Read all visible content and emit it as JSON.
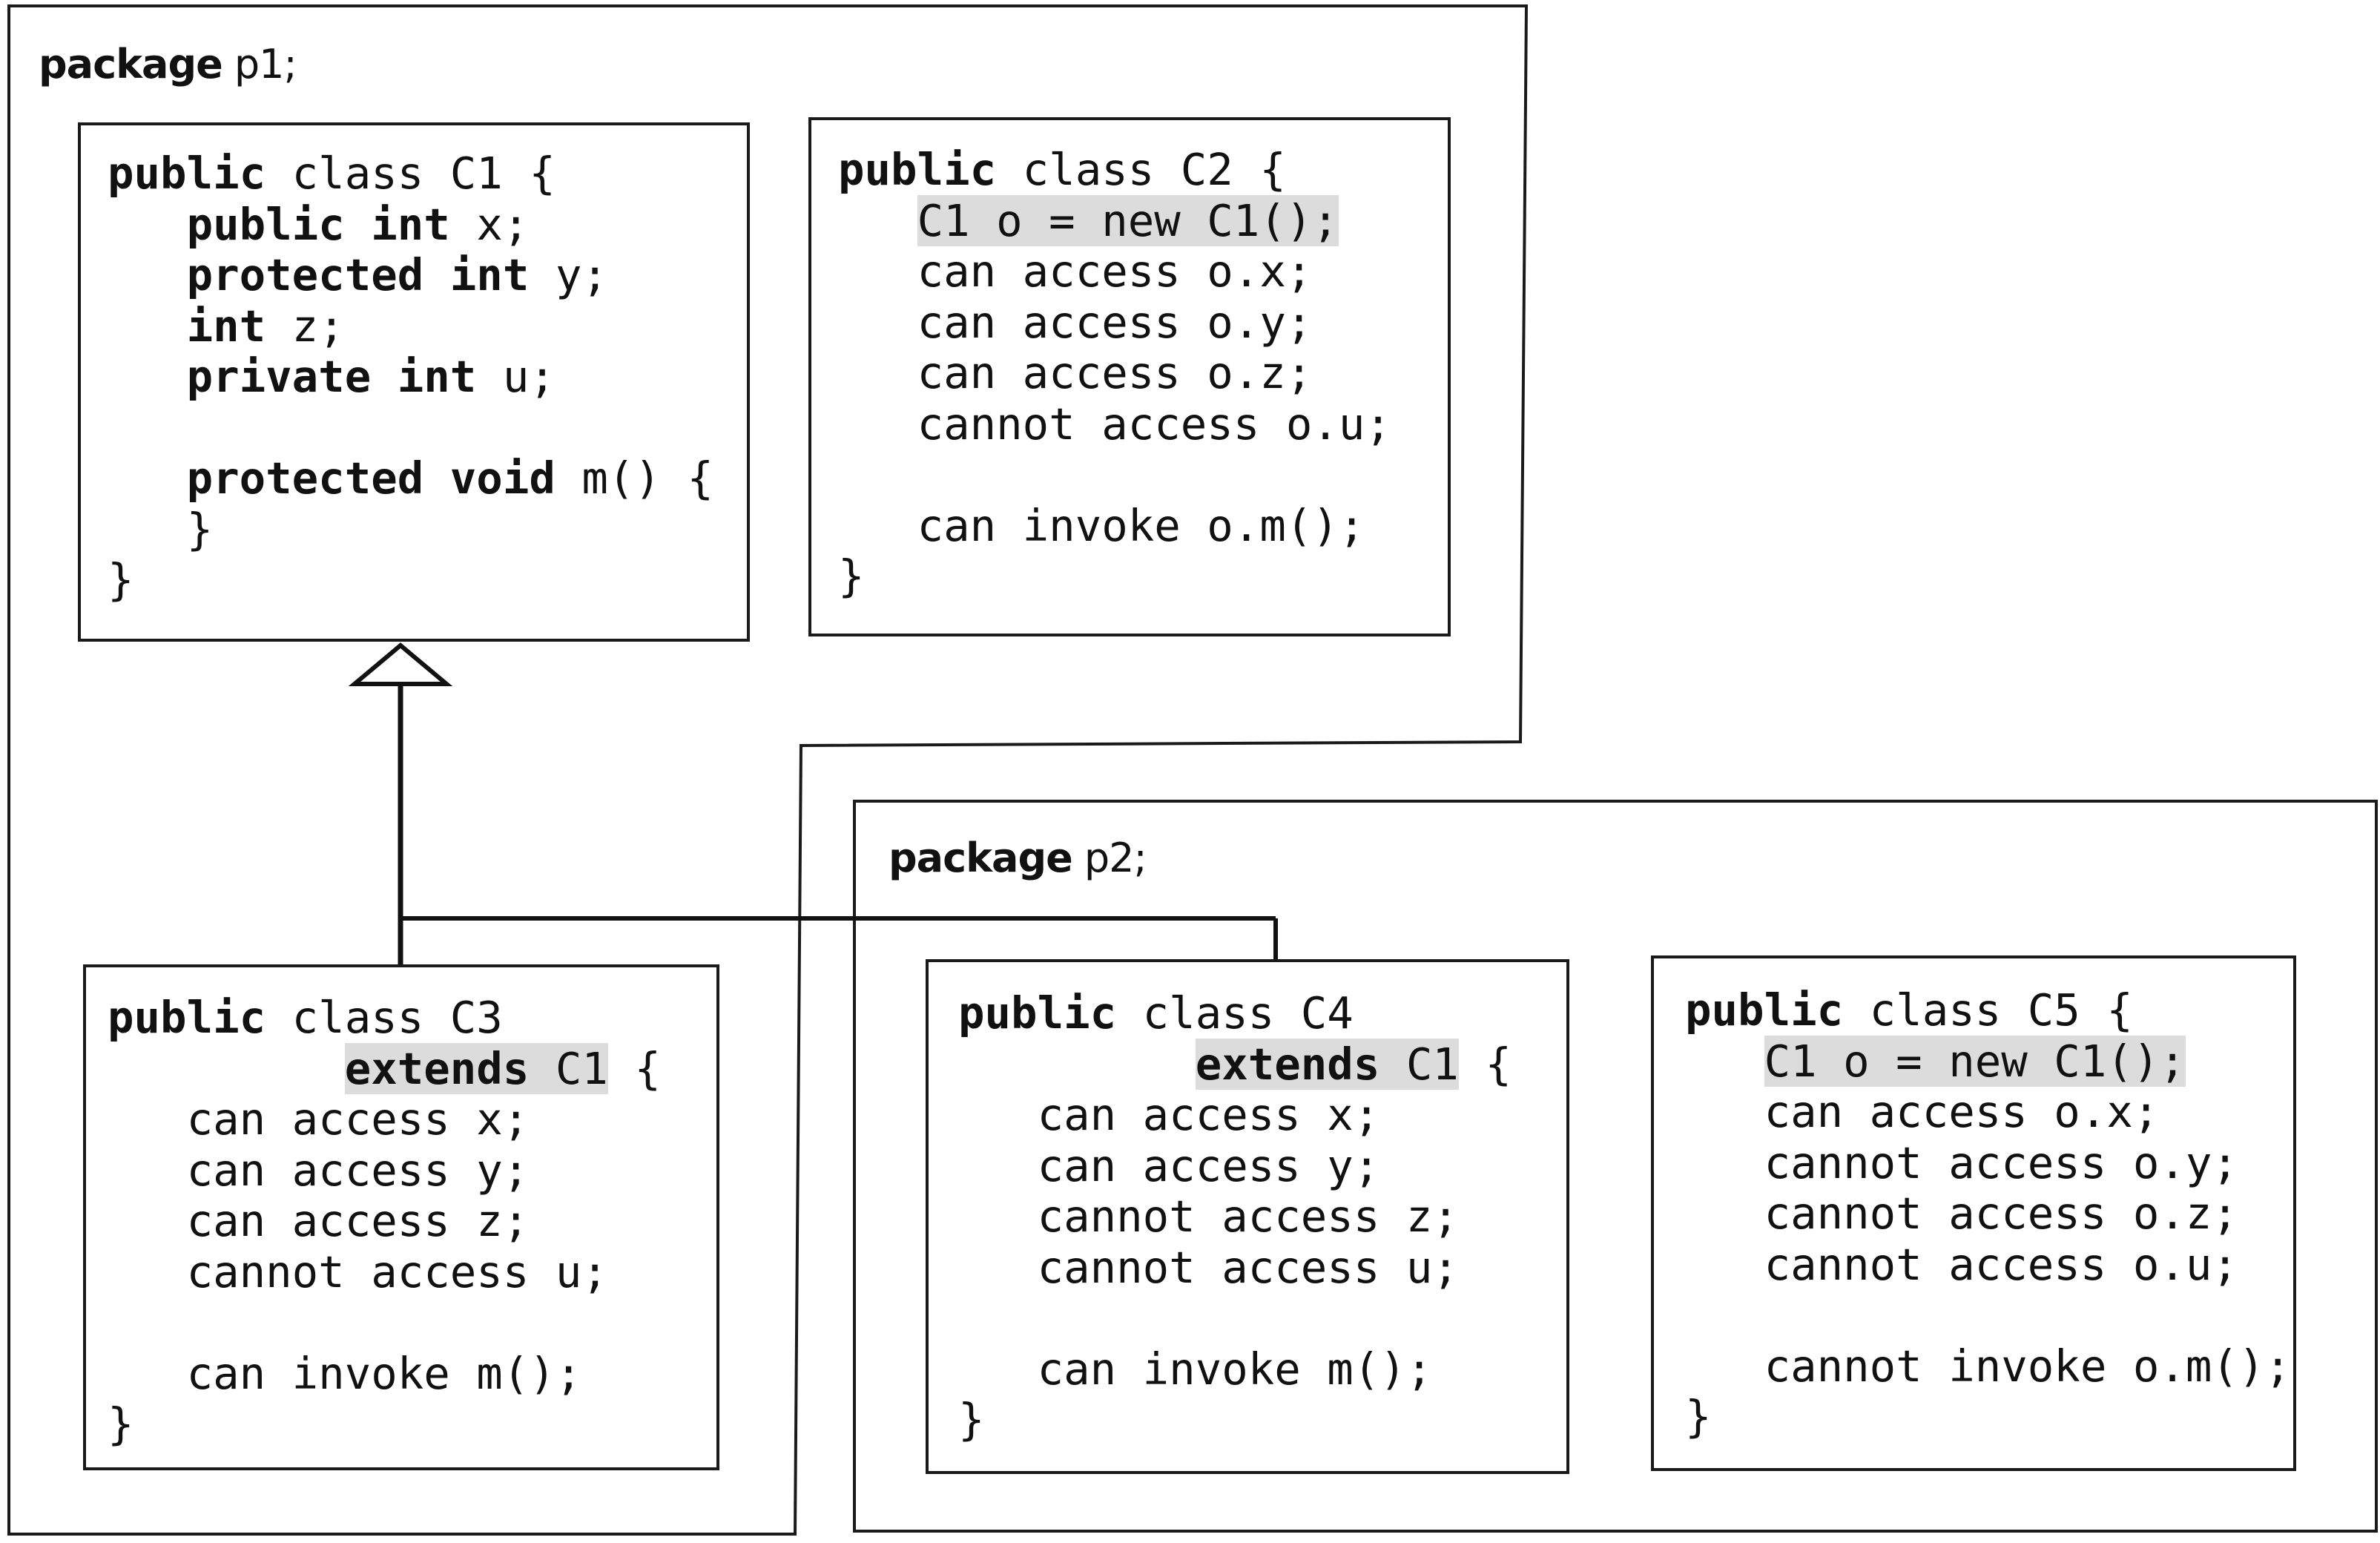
{
  "packages": {
    "p1": {
      "keyword": "package",
      "name": "p1;"
    },
    "p2": {
      "keyword": "package",
      "name": "p2;"
    }
  },
  "classes": {
    "c1": {
      "header": [
        "public",
        " class C1 {"
      ],
      "fields": [
        {
          "indent": "   ",
          "kw": "public int",
          "rest": " x;"
        },
        {
          "indent": "   ",
          "kw": "protected int",
          "rest": " y;"
        },
        {
          "indent": "   ",
          "kw": "int",
          "rest": " z;"
        },
        {
          "indent": "   ",
          "kw": "private int",
          "rest": " u;"
        }
      ],
      "method_kw": "protected void",
      "method_rest": " m() {",
      "method_close": "   }",
      "close": "}"
    },
    "c2": {
      "header": [
        "public",
        " class C2 {"
      ],
      "decl": "C1 o = new C1();",
      "lines": [
        "   can access o.x;",
        "   can access o.y;",
        "   can access o.z;",
        "   cannot access o.u;"
      ],
      "invoke": "   can invoke o.m();",
      "close": "}"
    },
    "c3": {
      "header": [
        "public",
        " class C3"
      ],
      "extends_kw": "extends",
      "extends_name": " C1",
      "extends_brace": " {",
      "lines": [
        "   can access x;",
        "   can access y;",
        "   can access z;",
        "   cannot access u;"
      ],
      "invoke": "   can invoke m();",
      "close": "}"
    },
    "c4": {
      "header": [
        "public",
        " class C4"
      ],
      "extends_kw": "extends",
      "extends_name": " C1",
      "extends_brace": " {",
      "lines": [
        "   can access x;",
        "   can access y;",
        "   cannot access z;",
        "   cannot access u;"
      ],
      "invoke": "   can invoke m();",
      "close": "}"
    },
    "c5": {
      "header": [
        "public",
        " class C5 {"
      ],
      "decl": "C1 o = new C1();",
      "lines": [
        "   can access o.x;",
        "   cannot access o.y;",
        "   cannot access o.z;",
        "   cannot access o.u;"
      ],
      "invoke": "   cannot invoke o.m();",
      "close": "}"
    }
  }
}
